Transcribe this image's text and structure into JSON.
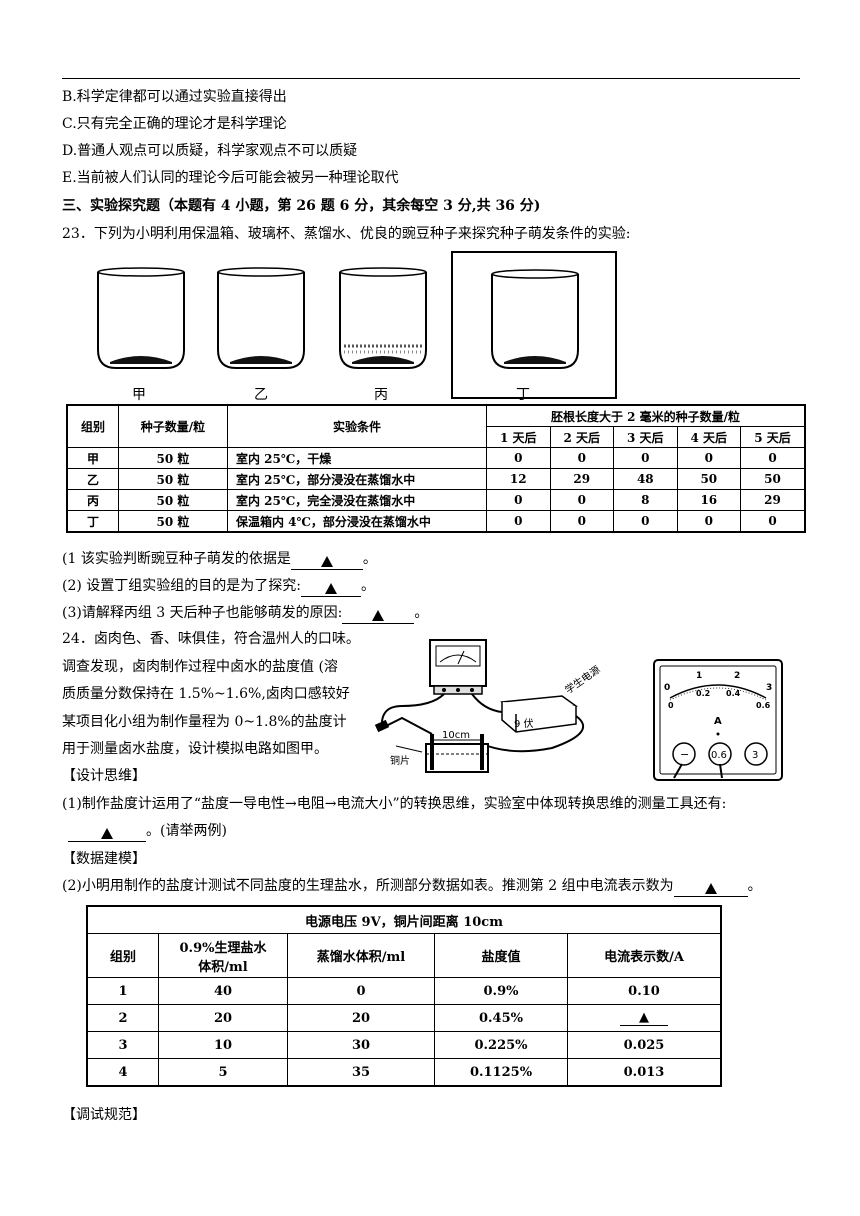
{
  "options": {
    "B": "B.科学定律都可以通过实验直接得出",
    "C": "C.只有完全正确的理论才是科学理论",
    "D": "D.普通人观点可以质疑，科学家观点不可以质疑",
    "E": "E.当前被人们认同的理论今后可能会被另一种理论取代"
  },
  "section3": {
    "title": "三、实验探究题（本题有 4 小题，第 26 题 6 分，其余每空 3 分,共 36 分)"
  },
  "q23": {
    "stem": "23．下列为小明利用保温箱、玻璃杯、蒸馏水、优良的豌豆种子来探究种子萌发条件的实验:",
    "cup_labels": [
      "甲",
      "乙",
      "丙",
      "丁"
    ],
    "table": {
      "headers": [
        "组别",
        "种子数量/粒",
        "实验条件",
        "胚根长度大于 2 毫米的种子数量/粒"
      ],
      "days": [
        "1 天后",
        "2 天后",
        "3 天后",
        "4 天后",
        "5 天后"
      ],
      "rows": [
        {
          "group": "甲",
          "count": "50 粒",
          "cond": "室内 25℃，干燥",
          "vals": [
            "0",
            "0",
            "0",
            "0",
            "0"
          ]
        },
        {
          "group": "乙",
          "count": "50 粒",
          "cond": "室内 25℃，部分浸没在蒸馏水中",
          "vals": [
            "12",
            "29",
            "48",
            "50",
            "50"
          ]
        },
        {
          "group": "丙",
          "count": "50 粒",
          "cond": "室内 25℃，完全浸没在蒸馏水中",
          "vals": [
            "0",
            "0",
            "8",
            "16",
            "29"
          ]
        },
        {
          "group": "丁",
          "count": "50 粒",
          "cond": "保温箱内 4℃，部分浸没在蒸馏水中",
          "vals": [
            "0",
            "0",
            "0",
            "0",
            "0"
          ]
        }
      ]
    },
    "q1": "(1 该实验判断豌豆种子萌发的依据是",
    "q2": "(2) 设置丁组实验组的目的是为了探究:",
    "q3": "(3)请解释丙组 3 天后种子也能够萌发的原因:",
    "end": "。"
  },
  "q24": {
    "lines": [
      "24．卤肉色、香、味俱佳，符合温州人的口味。",
      "调查发现，卤肉制作过程中卤水的盐度值 (溶",
      "质质量分数保持在 1.5%~1.6%,卤肉口感较好",
      "某项目化小组为制作量程为 0~1.8%的盐度计",
      "用于测量卤水盐度，设计模拟电路如图甲。"
    ],
    "design_title": "【设计思维】",
    "q1": "(1)制作盐度计运用了“盐度一导电性→电阻→电流大小”的转换思维，实验室中体现转换思维的测量工具还有:",
    "q1_tail": "。(请举两例)",
    "model_title": "【数据建模】",
    "q2": "(2)小明用制作的盐度计测试不同盐度的生理盐水，所测部分数据如表。推测第 2 组中电流表示数为",
    "q2_tail": "。",
    "debug_title": "【调试规范】",
    "circuit_labels": {
      "power": "学生电源",
      "volt": "9 伏",
      "distance": "10cm",
      "copper": "铜片"
    },
    "meter": {
      "top_scale": [
        "0",
        "1",
        "2",
        "3"
      ],
      "bottom_scale": [
        "0",
        "0.2",
        "0.4",
        "0.6"
      ],
      "unit": "A",
      "terminals": [
        "−",
        "0.6",
        "3"
      ]
    },
    "table": {
      "title": "电源电压 9V，铜片间距离 10cm",
      "headers": [
        "组别",
        "0.9%生理盐水\n体积/ml",
        "蒸馏水体积/ml",
        "盐度值",
        "电流表示数/A"
      ],
      "rows": [
        [
          "1",
          "40",
          "0",
          "0.9%",
          "0.10"
        ],
        [
          "2",
          "20",
          "20",
          "0.45%",
          "▲"
        ],
        [
          "3",
          "10",
          "30",
          "0.225%",
          "0.025"
        ],
        [
          "4",
          "5",
          "35",
          "0.1125%",
          "0.013"
        ]
      ]
    }
  }
}
